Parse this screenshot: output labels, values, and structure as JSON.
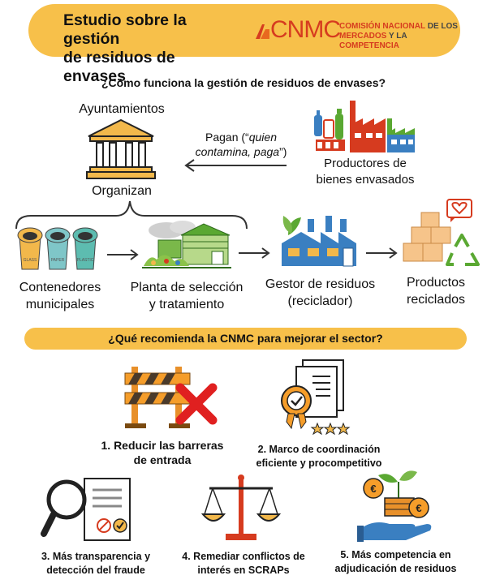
{
  "header": {
    "title_line1": "Estudio sobre la gestión",
    "title_line2": "de residuos de envases",
    "logo_word": "CNMC",
    "logo_sub_1a": "COMISIÓN NACIONAL",
    "logo_sub_1b": " DE LOS",
    "logo_sub_2a": "MERCADOS",
    "logo_sub_2b": " Y LA ",
    "logo_sub_2c": "COMPETENCIA"
  },
  "flow": {
    "question": "¿Cómo funciona la gestión de residuos de envases?",
    "ayuntamientos": "Ayuntamientos",
    "organizan": "Organizan",
    "pagan_a": "Pagan (“",
    "pagan_b": "quien",
    "pagan_c": "contamina, paga",
    "pagan_d": "”)",
    "productores_1": "Productores de",
    "productores_2": "bienes envasados",
    "contenedores_1": "Contenedores",
    "contenedores_2": "municipales",
    "planta_1": "Planta de selección",
    "planta_2": "y tratamiento",
    "gestor_1": "Gestor de residuos",
    "gestor_2": "(reciclador)",
    "productos_1": "Productos",
    "productos_2": "reciclados",
    "bin_labels": [
      "GLASS",
      "PAPER",
      "PLASTIC"
    ]
  },
  "recommendations": {
    "question": "¿Qué recomienda la CNMC para mejorar el sector?",
    "r1_1": "1.  Reducir las barreras",
    "r1_2": "de entrada",
    "r2_1": "2. Marco de coordinación",
    "r2_2": "eficiente y procompetitivo",
    "r3_1": "3. Más transparencia y",
    "r3_2": "detección del fraude",
    "r4_1": "4. Remediar conflictos de",
    "r4_2": "interés en SCRAPs",
    "r5_1": "5. Más competencia en",
    "r5_2": "adjudicación de residuos"
  },
  "colors": {
    "accent": "#f7c04a",
    "brand": "#d63b1f",
    "bin_yellow": "#f2b84b",
    "bin_teal": "#7fc6c8",
    "bin_green": "#5dbcb0",
    "factory_blue": "#3a7fc1",
    "factory_green": "#5aa832",
    "barrier_orange": "#f59d2a",
    "cross_red": "#e02020"
  }
}
